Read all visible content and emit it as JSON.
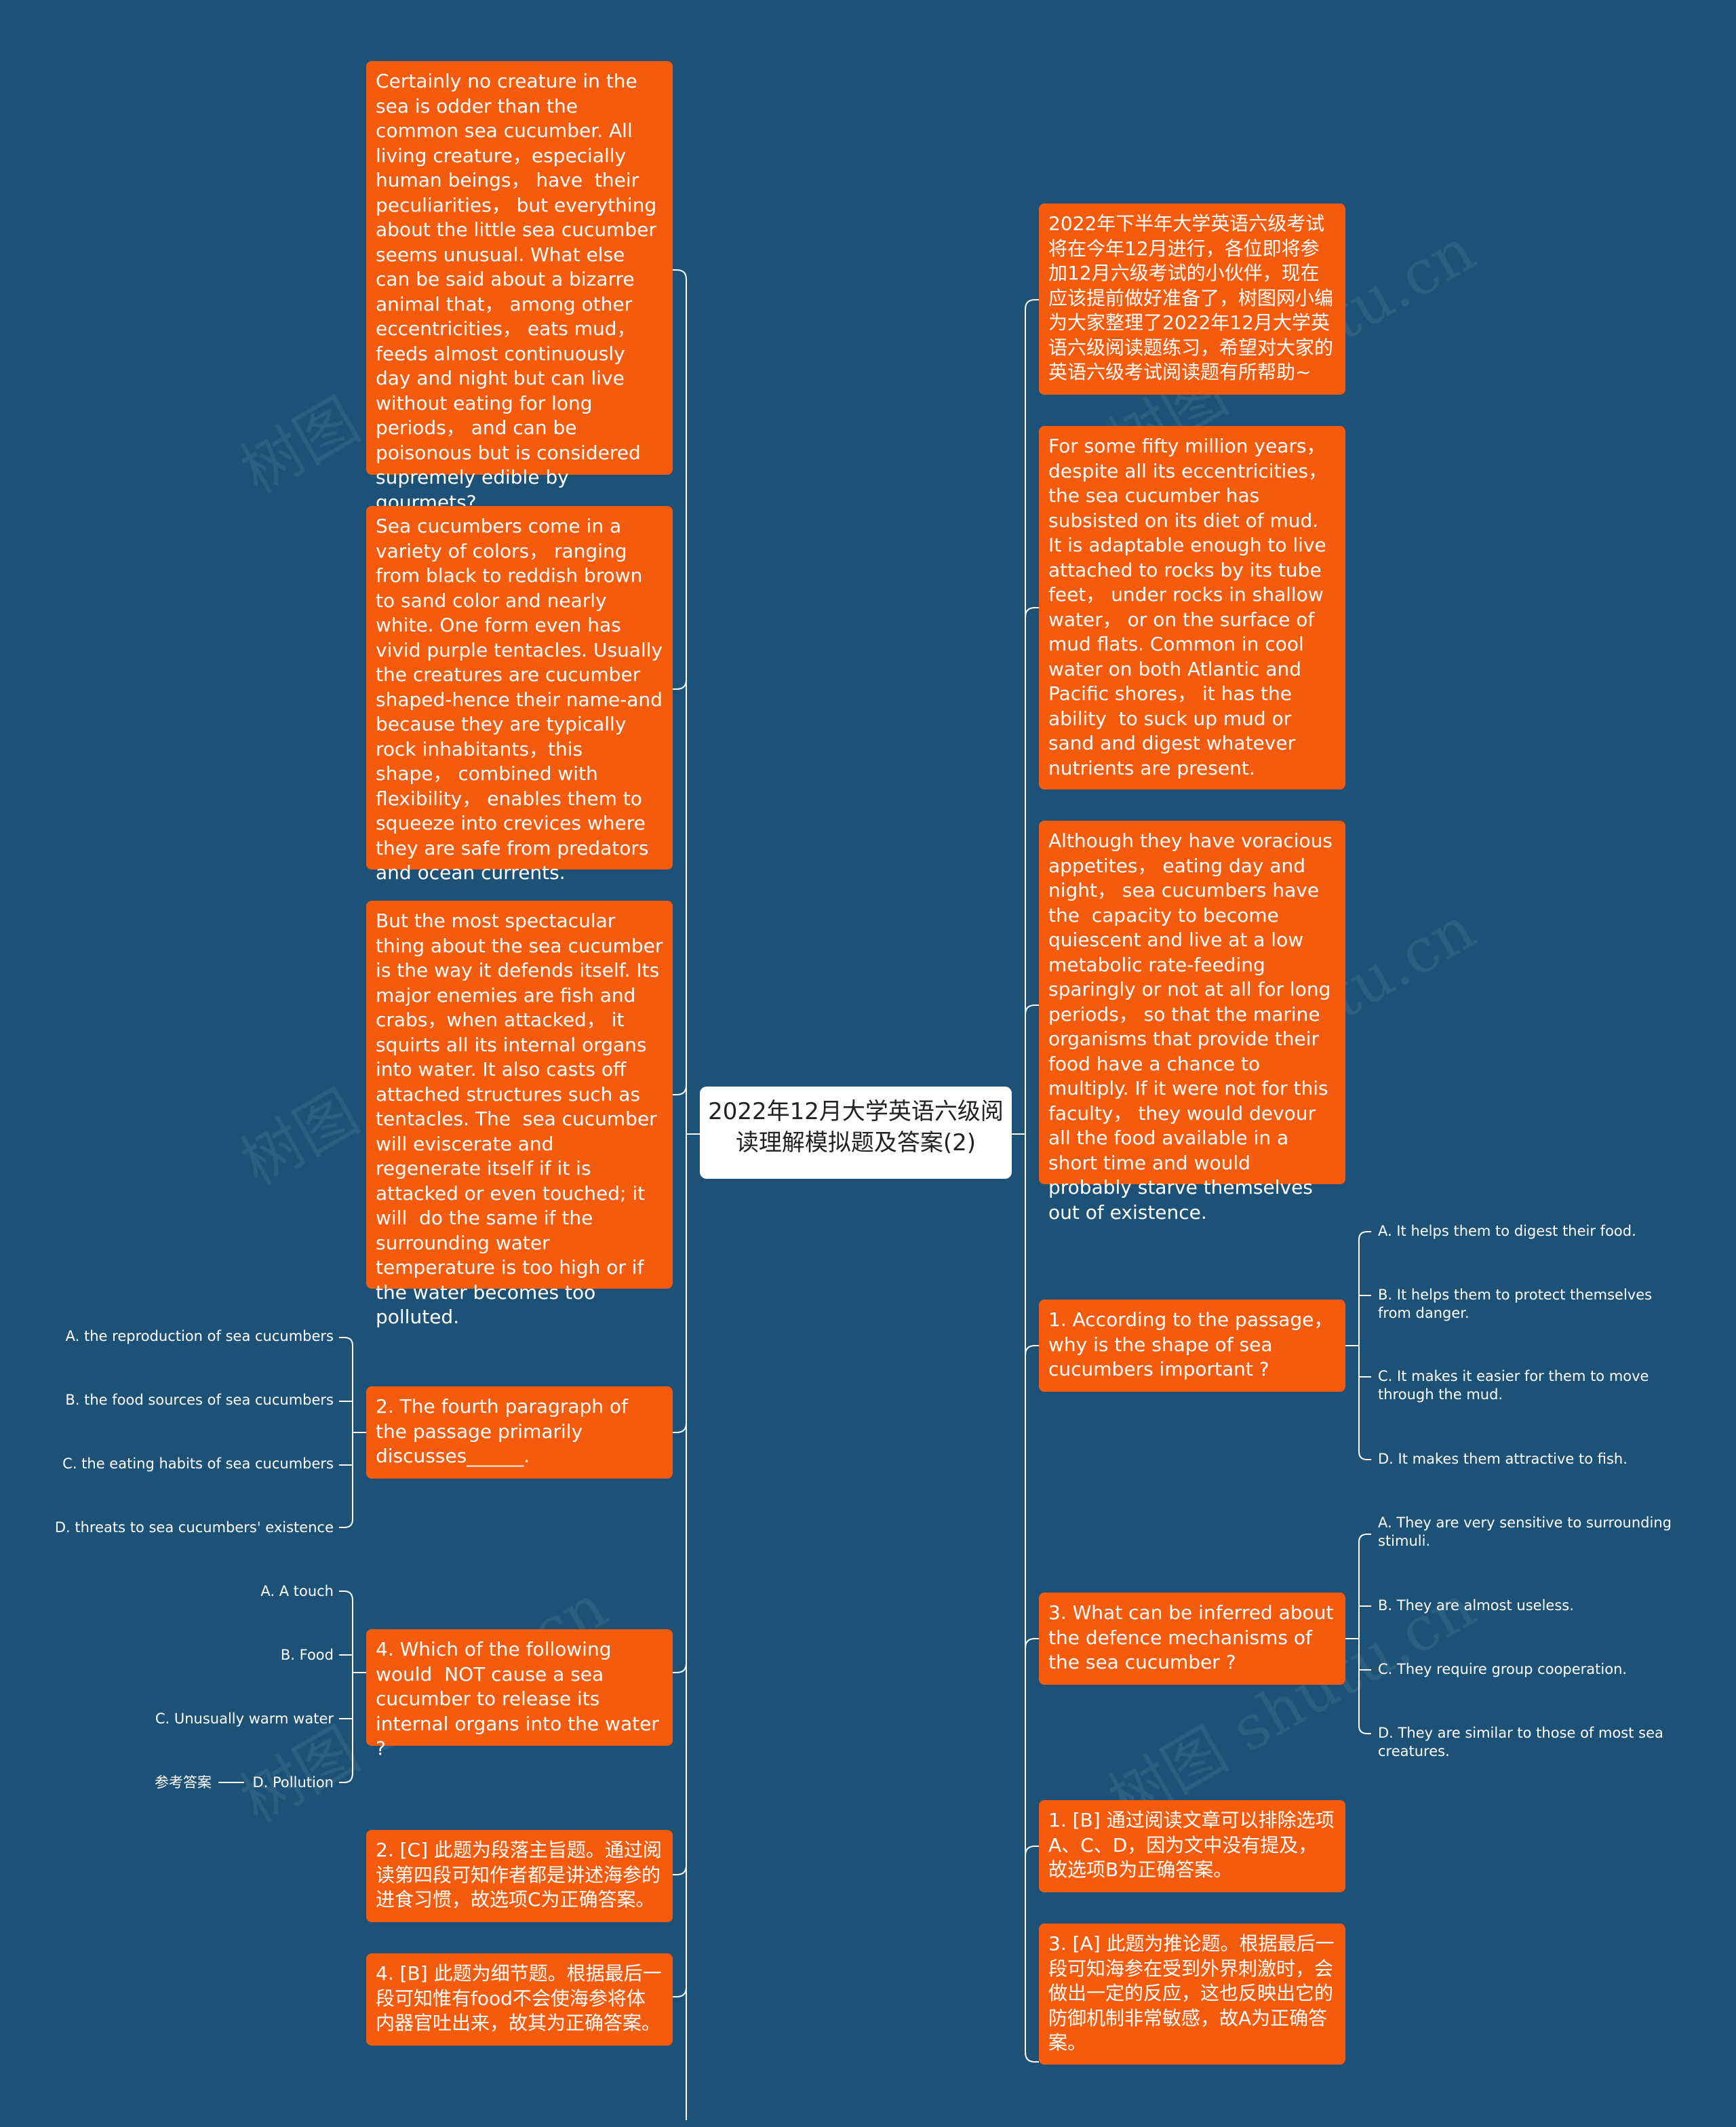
{
  "root": {
    "title": "2022年12月大学英语六级阅读理解模拟题及答案(2)"
  },
  "left": {
    "p1": "Certainly no creature in the sea is odder than the common sea cucumber. All living creature，especially human beings， have  their peculiarities， but everything about the little sea cucumber seems unusual. What else can be said about a bizarre animal that， among other eccentricities， eats mud，feeds almost continuously day and night but can live without eating for long periods， and can be poisonous but is considered supremely edible by gourmets?",
    "p2": "Sea cucumbers come in a variety of colors， ranging from black to reddish brown to sand color and nearly white. One form even has vivid purple tentacles. Usually the creatures are cucumber shaped-hence their name-and because they are typically rock inhabitants，this shape， combined with flexibility， enables them to squeeze into crevices where they are safe from predators and ocean currents.",
    "p3": "But the most spectacular thing about the sea cucumber is the way it defends itself. Its major enemies are fish and crabs，when attacked， it squirts all its internal organs into water. It also casts off attached structures such as tentacles. The  sea cucumber will eviscerate and regenerate itself if it is attacked or even touched; it will  do the same if the surrounding water temperature is too high or if the water becomes too polluted.",
    "q2": "2. The fourth paragraph of the passage primarily discusses______.",
    "q2_options": [
      "A. the reproduction of sea cucumbers",
      "B. the food sources of sea cucumbers",
      "C. the eating habits of sea cucumbers",
      "D. threats to sea cucumbers' existence"
    ],
    "q4": "4. Which of the following would  NOT cause a sea cucumber to release its internal organs into the water ?",
    "q4_options": [
      "A. A touch",
      "B. Food",
      "C. Unusually warm water",
      "D. Pollution"
    ],
    "ref_label": "参考答案",
    "a2": "2. [C] 此题为段落主旨题。通过阅读第四段可知作者都是讲述海参的进食习惯，故选项C为正确答案。",
    "a4": "4. [B] 此题为细节题。根据最后一段可知惟有food不会使海参将体内器官吐出来，故其为正确答案。"
  },
  "right": {
    "intro": "2022年下半年大学英语六级考试将在今年12月进行，各位即将参加12月六级考试的小伙伴，现在应该提前做好准备了，树图网小编为大家整理了2022年12月大学英语六级阅读题练习，希望对大家的英语六级考试阅读题有所帮助~",
    "p4": "For some fifty million years，despite all its eccentricities，the sea cucumber has subsisted on its diet of mud. It is adaptable enough to live attached to rocks by its tube feet， under rocks in shallow water， or on the surface of mud flats. Common in cool water on both Atlantic and Pacific shores， it has the ability  to suck up mud or sand and digest whatever nutrients are present.",
    "p5": "Although they have voracious appetites， eating day and night， sea cucumbers have the  capacity to become quiescent and live at a low metabolic rate-feeding sparingly or not at all for long periods， so that the marine organisms that provide their food have a chance to multiply. If it were not for this faculty， they would devour all the food available in a short time and would probably starve themselves out of existence.",
    "q1": "1. According to the passage，why is the shape of sea cucumbers important ?",
    "q1_options": [
      "A. It helps them to digest their food.",
      "B. It helps them to protect themselves from danger.",
      "C. It makes it easier for them to move through the mud.",
      "D. It makes them attractive to fish."
    ],
    "q3": "3. What can be inferred about the defence mechanisms of the sea cucumber ?",
    "q3_options": [
      "A. They are very sensitive to surrounding stimuli.",
      "B. They are almost useless.",
      "C. They require group cooperation.",
      "D. They are similar to those of most sea creatures."
    ],
    "a1": "1. [B] 通过阅读文章可以排除选项A、C、D，因为文中没有提及，故选项B为正确答案。",
    "a3": "3. [A] 此题为推论题。根据最后一段可知海参在受到外界刺激时，会做出一定的反应，这也反映出它的防御机制非常敏感，故A为正确答案。"
  },
  "watermark": "树图 shutu.cn",
  "colors": {
    "background": "#1d5276",
    "node": "#f45b0c",
    "root": "#ffffff",
    "line": "#ffffff"
  }
}
